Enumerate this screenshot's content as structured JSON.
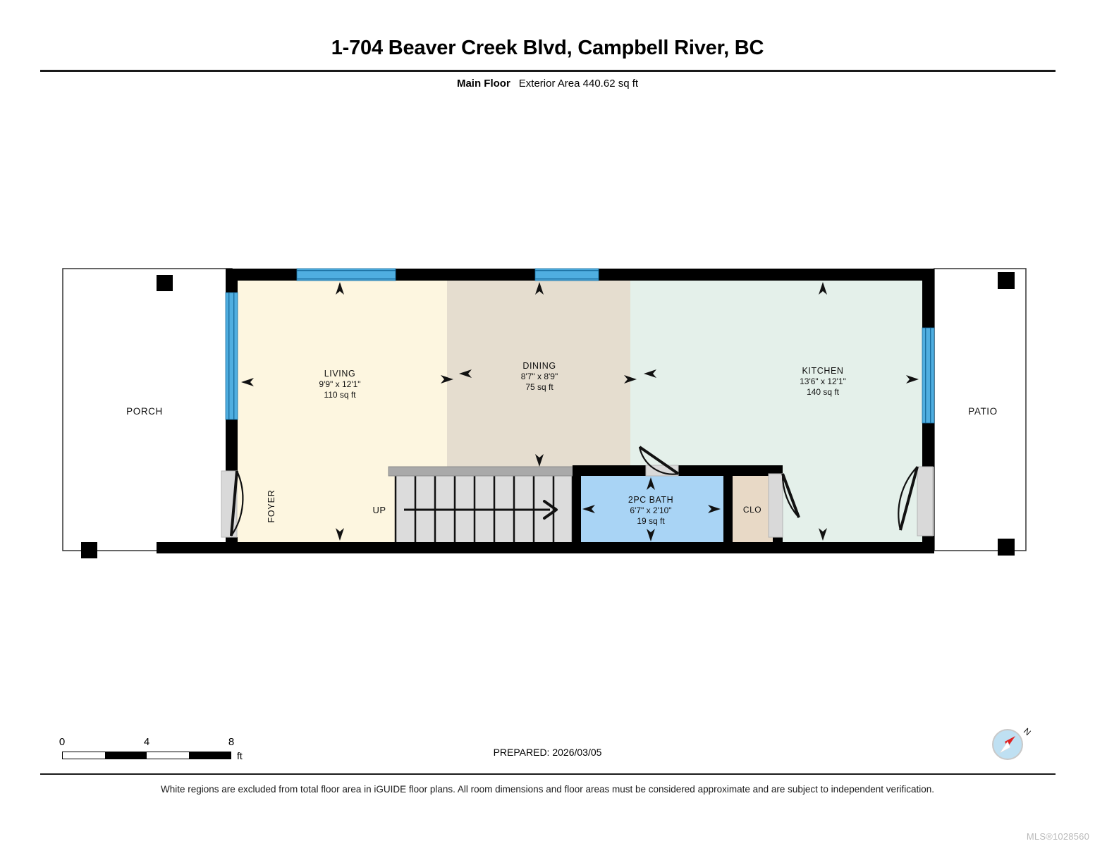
{
  "header": {
    "title": "1-704 Beaver Creek Blvd, Campbell River, BC",
    "floor_name": "Main Floor",
    "area_text": "Exterior Area 440.62 sq ft"
  },
  "rooms": [
    {
      "key": "porch",
      "name": "PORCH",
      "dims": "",
      "area": ""
    },
    {
      "key": "living",
      "name": "LIVING",
      "dims": "9'9\" x 12'1\"",
      "area": "110 sq ft"
    },
    {
      "key": "dining",
      "name": "DINING",
      "dims": "8'7\" x 8'9\"",
      "area": "75 sq ft"
    },
    {
      "key": "kitchen",
      "name": "KITCHEN",
      "dims": "13'6\" x 12'1\"",
      "area": "140 sq ft"
    },
    {
      "key": "bath",
      "name": "2PC BATH",
      "dims": "6'7\" x 2'10\"",
      "area": "19 sq ft"
    },
    {
      "key": "clo",
      "name": "CLO",
      "dims": "",
      "area": ""
    },
    {
      "key": "foyer",
      "name": "FOYER",
      "dims": "",
      "area": ""
    },
    {
      "key": "patio",
      "name": "PATIO",
      "dims": "",
      "area": ""
    }
  ],
  "stairs": {
    "label": "UP",
    "tread_count": 9
  },
  "scale": {
    "ticks": [
      "0",
      "4",
      "8"
    ],
    "unit": "ft",
    "segments": [
      false,
      true,
      false,
      true
    ]
  },
  "compass": {
    "north_label": "N"
  },
  "footer": {
    "prepared": "PREPARED: 2026/03/05",
    "disclaimer": "White regions are excluded from total floor area in iGUIDE floor plans. All room dimensions and floor areas must be considered approximate and are subject to independent verification.",
    "mls": "MLS®1028560"
  },
  "colors": {
    "wall": "#000000",
    "living_fill": "#FDF6E0",
    "dining_fill": "#E5DDCF",
    "kitchen_fill": "#E4F0EA",
    "bath_fill": "#A9D4F5",
    "clo_fill": "#E8D9C6",
    "stair_fill": "#DCDCDC",
    "window_blue": "#4FAEE0",
    "outdoor_fill": "#FFFFFF",
    "door_gray": "#D9D9D9"
  }
}
